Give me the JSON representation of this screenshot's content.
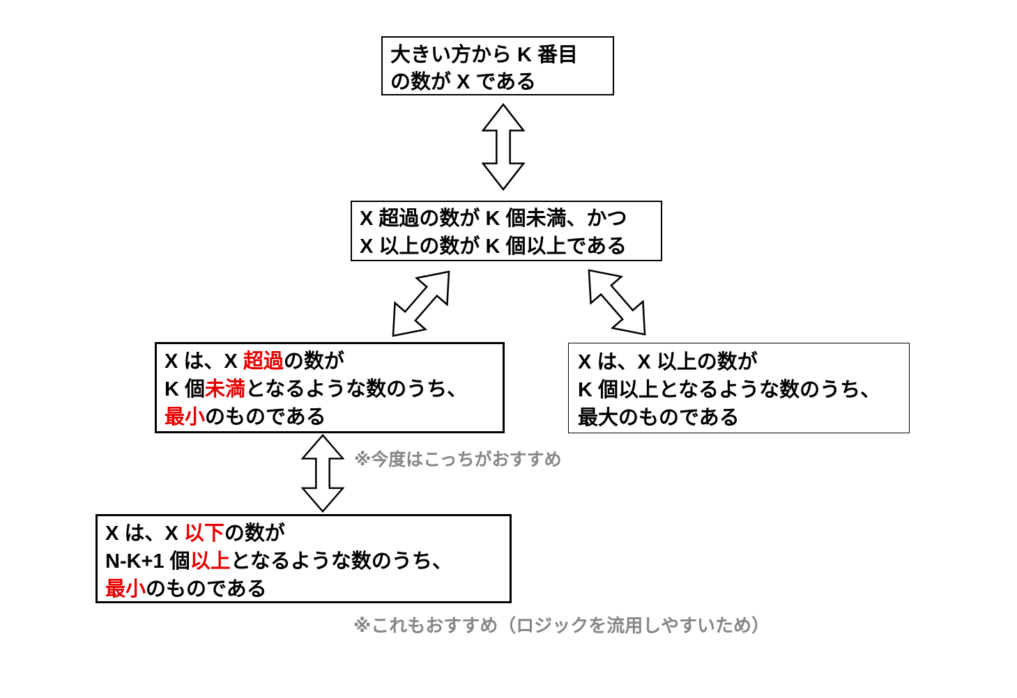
{
  "palette": {
    "background": "#ffffff",
    "text": "#000000",
    "emphasis_red": "#e60000",
    "annotation_gray": "#868686",
    "border": "#000000",
    "arrow_fill": "#ffffff",
    "arrow_stroke": "#000000"
  },
  "boxes": [
    {
      "id": "box-kth-largest",
      "name": "statement-kth-largest",
      "border": "medium",
      "lines": [
        [
          {
            "t": "大きい方から K 番目"
          }
        ],
        [
          {
            "t": "の数が X である"
          }
        ]
      ]
    },
    {
      "id": "box-count-condition",
      "name": "statement-count-condition",
      "border": "medium",
      "lines": [
        [
          {
            "t": "X 超過の数が K 個未満、かつ"
          }
        ],
        [
          {
            "t": "X 以上の数が K 個以上である"
          }
        ]
      ]
    },
    {
      "id": "box-min-exceeding",
      "name": "statement-min-exceeding",
      "border": "thick",
      "lines": [
        [
          {
            "t": "X は、X "
          },
          {
            "t": "超過",
            "red": true
          },
          {
            "t": "の数が"
          }
        ],
        [
          {
            "t": "K 個"
          },
          {
            "t": "未満",
            "red": true
          },
          {
            "t": "となるような数のうち、"
          }
        ],
        [
          {
            "t": "最小",
            "red": true
          },
          {
            "t": "のものである"
          }
        ]
      ]
    },
    {
      "id": "box-max-at-least",
      "name": "statement-max-at-least",
      "border": "thin",
      "lines": [
        [
          {
            "t": "X は、X 以上の数が"
          }
        ],
        [
          {
            "t": "K 個以上となるような数のうち、"
          }
        ],
        [
          {
            "t": "最大のものである"
          }
        ]
      ]
    },
    {
      "id": "box-min-at-most",
      "name": "statement-min-at-most",
      "border": "thick",
      "lines": [
        [
          {
            "t": "X は、X "
          },
          {
            "t": "以下",
            "red": true
          },
          {
            "t": "の数が"
          }
        ],
        [
          {
            "t": "N-K+1 個"
          },
          {
            "t": "以上",
            "red": true
          },
          {
            "t": "となるような数のうち、"
          }
        ],
        [
          {
            "t": "最小",
            "red": true
          },
          {
            "t": "のものである"
          }
        ]
      ]
    }
  ],
  "annotations": {
    "left_arrow_note": "※今度はこっちがおすすめ",
    "bottom_note": "※これもおすすめ（ロジックを流用しやすいため）"
  },
  "arrows": [
    {
      "name": "equivalence-double-arrow-vertical-top",
      "direction": "vertical"
    },
    {
      "name": "equivalence-double-arrow-diagonal-left",
      "direction": "diagonal-down-left"
    },
    {
      "name": "equivalence-double-arrow-diagonal-right",
      "direction": "diagonal-down-right"
    },
    {
      "name": "equivalence-double-arrow-vertical-left",
      "direction": "vertical"
    }
  ]
}
